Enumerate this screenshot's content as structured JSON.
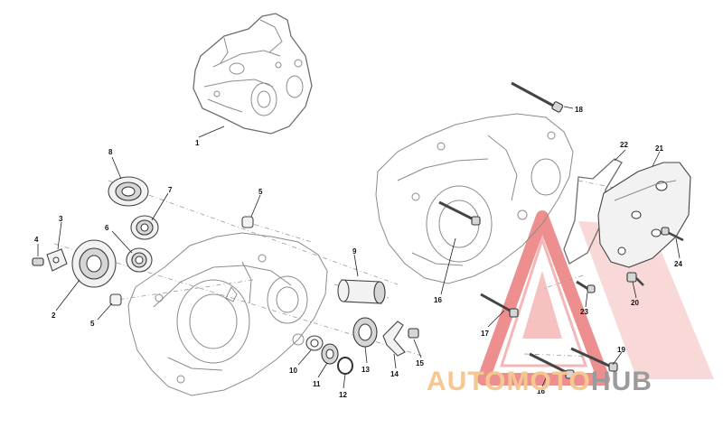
{
  "watermark": {
    "part1": "AUTOMOTO",
    "part2": "HUB",
    "color_orange": "#f5c892",
    "color_gray": "#9b9b9b",
    "triangle_color": "#e86a6a"
  },
  "callouts": {
    "c1": "1",
    "c2": "2",
    "c3": "3",
    "c4": "4",
    "c5a": "5",
    "c5b": "5",
    "c6": "6",
    "c7": "7",
    "c8": "8",
    "c9": "9",
    "c10": "10",
    "c11": "11",
    "c12": "12",
    "c13": "13",
    "c14": "14",
    "c15": "15",
    "c16a": "16",
    "c16b": "16",
    "c17": "17",
    "c18": "18",
    "c19": "19",
    "c20": "20",
    "c21": "21",
    "c22": "22",
    "c23": "23",
    "c24": "24"
  }
}
